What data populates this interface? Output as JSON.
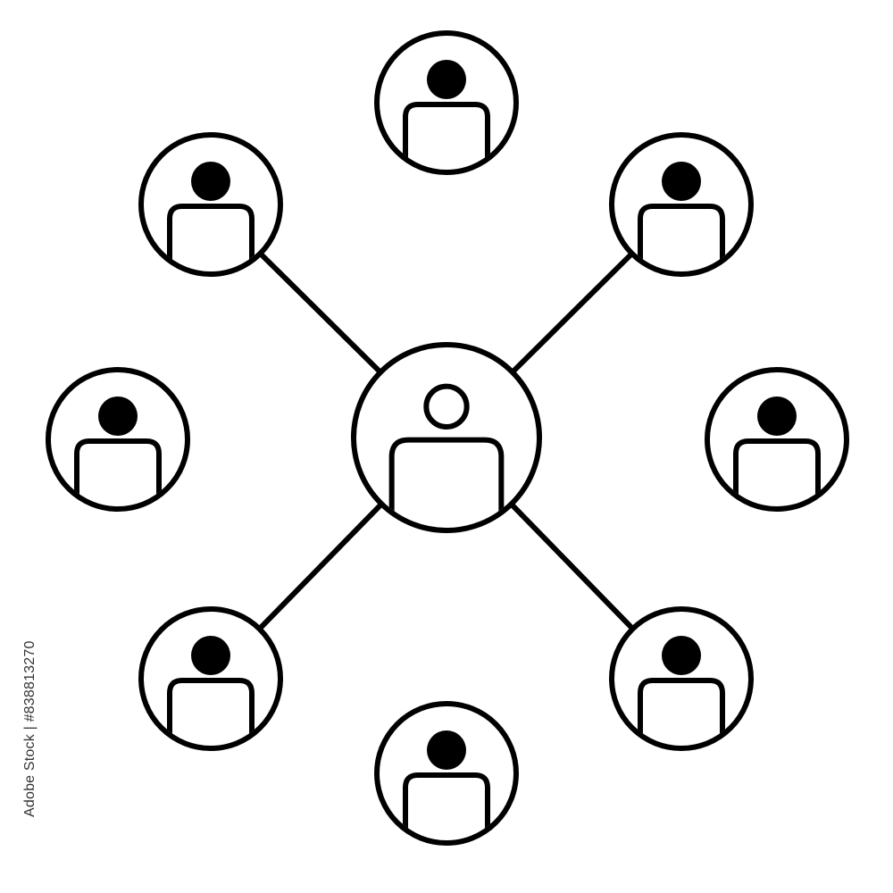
{
  "diagram": {
    "type": "network-hub",
    "hub": {
      "icon": "person-outline-icon"
    },
    "connected_nodes": [
      {
        "id": "upper-left",
        "icon": "person-filled-icon"
      },
      {
        "id": "upper-right",
        "icon": "person-filled-icon"
      },
      {
        "id": "lower-left",
        "icon": "person-filled-icon"
      },
      {
        "id": "lower-right",
        "icon": "person-filled-icon"
      }
    ],
    "unconnected_nodes": [
      {
        "id": "top",
        "icon": "person-filled-icon"
      },
      {
        "id": "left",
        "icon": "person-filled-icon"
      },
      {
        "id": "right",
        "icon": "person-filled-icon"
      },
      {
        "id": "bottom",
        "icon": "person-filled-icon"
      }
    ],
    "colors": {
      "stroke": "#000000",
      "fill": "#ffffff",
      "background": "#ffffff"
    }
  },
  "credit": {
    "text": "Adobe Stock | #838813270"
  }
}
